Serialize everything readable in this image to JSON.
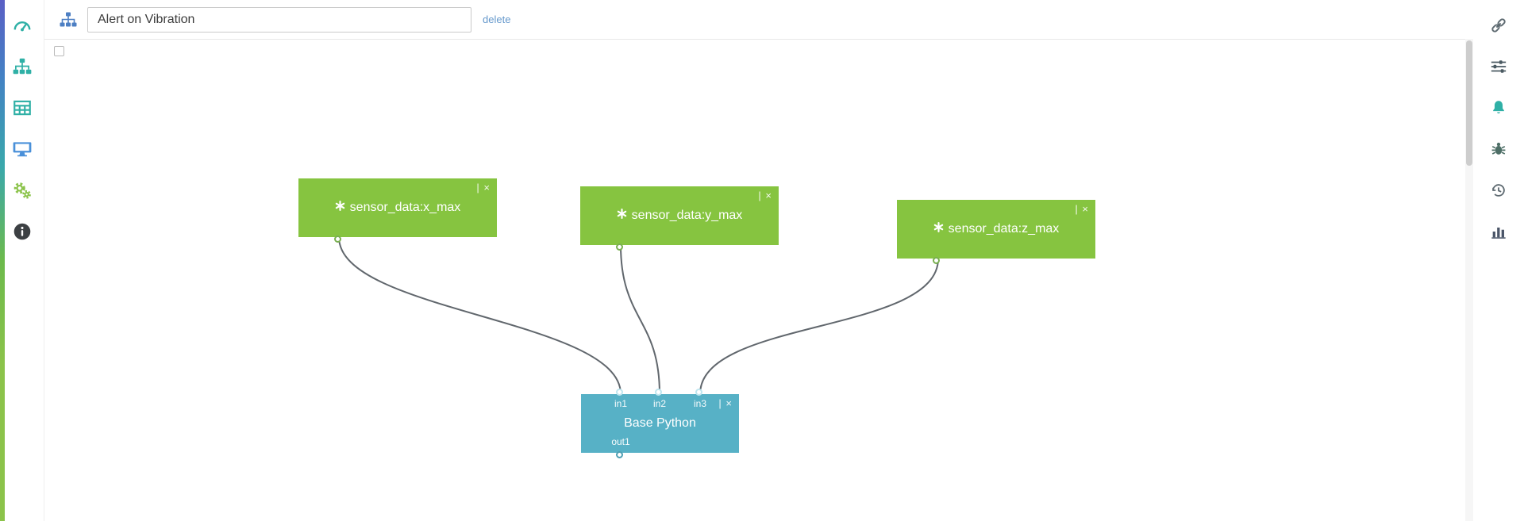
{
  "header": {
    "workflow_name": "Alert on Vibration",
    "delete_label": "delete"
  },
  "left_sidebar": {
    "items": [
      {
        "icon": "dashboard-icon"
      },
      {
        "icon": "sitemap-icon"
      },
      {
        "icon": "table-icon"
      },
      {
        "icon": "display-icon"
      },
      {
        "icon": "gears-icon"
      },
      {
        "icon": "info-icon"
      }
    ]
  },
  "right_toolbar": {
    "items": [
      {
        "icon": "link-icon"
      },
      {
        "icon": "sliders-icon"
      },
      {
        "icon": "bell-icon"
      },
      {
        "icon": "bug-icon"
      },
      {
        "icon": "history-icon"
      },
      {
        "icon": "bar-chart-icon"
      }
    ]
  },
  "canvas": {
    "source_nodes": [
      {
        "label": "sensor_data:x_max",
        "close_label": "| ×"
      },
      {
        "label": "sensor_data:y_max",
        "close_label": "| ×"
      },
      {
        "label": "sensor_data:z_max",
        "close_label": "| ×"
      }
    ],
    "processor_node": {
      "title": "Base Python",
      "inputs": [
        "in1",
        "in2",
        "in3"
      ],
      "output": "out1",
      "close_label": "| ×"
    },
    "connections": [
      {
        "from": "sensor_data:x_max",
        "to": "in1"
      },
      {
        "from": "sensor_data:y_max",
        "to": "in2"
      },
      {
        "from": "sensor_data:z_max",
        "to": "in3"
      }
    ]
  },
  "colors": {
    "source_node": "#86c440",
    "processor_node": "#57b1c6",
    "link_line": "#61676d",
    "sidebar_gradient_top": "#5a5fc5",
    "sidebar_gradient_bottom": "#8bc34a"
  }
}
